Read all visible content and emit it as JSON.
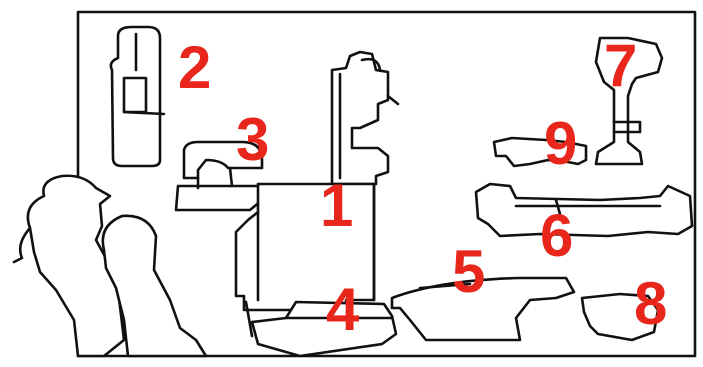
{
  "figure": {
    "labels": [
      {
        "id": "1",
        "text": "1"
      },
      {
        "id": "2",
        "text": "2"
      },
      {
        "id": "3",
        "text": "3"
      },
      {
        "id": "4",
        "text": "4"
      },
      {
        "id": "5",
        "text": "5"
      },
      {
        "id": "6",
        "text": "6"
      },
      {
        "id": "7",
        "text": "7"
      },
      {
        "id": "8",
        "text": "8"
      },
      {
        "id": "9",
        "text": "9"
      }
    ],
    "colors": {
      "outline": "#111111",
      "number": "#e8261c",
      "background": "#ffffff"
    }
  }
}
